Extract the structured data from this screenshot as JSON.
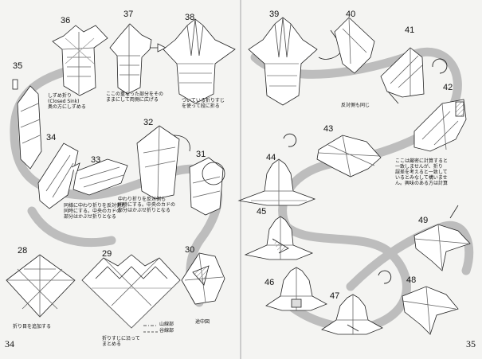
{
  "steps": {
    "s28": "28",
    "s29": "29",
    "s30": "30",
    "s31": "31",
    "s32": "32",
    "s33": "33",
    "s34": "34",
    "s35": "35",
    "s36": "36",
    "s37": "37",
    "s38": "38",
    "s39": "39",
    "s40": "40",
    "s41": "41",
    "s42": "42",
    "s43": "43",
    "s44": "44",
    "s45": "45",
    "s46": "46",
    "s47": "47",
    "s48": "48",
    "s49": "49"
  },
  "notes": {
    "n36": {
      "line1": "しずめ折り",
      "line2": "(Closed Sink)",
      "line3": "奥の方にしずめる"
    },
    "n37": {
      "line1": "ここの重なった部分をその",
      "line2": "ままにして両側に広げる"
    },
    "n38": {
      "line1": "ついている折りすじ",
      "line2": "を使って段に折る"
    },
    "n40": "反対側も同じ",
    "n42": {
      "line1": "ここは厳密に計算すると",
      "line2": "一致しませんが、折り",
      "line3": "誤差を考えると一致して",
      "line4": "いるとみなして構いませ",
      "line5": "ん。興味のある方は計算"
    },
    "n32": {
      "line1": "中わり折りを反対側も",
      "line2": "同時にする。中央のカドの",
      "line3": "部分はかぶせ折りとなる"
    },
    "n33": {
      "line1": "同様に中わり折りを反対側も",
      "line2": "同時にする。中央のカドの",
      "line3": "部分はかぶせ折りとなる"
    },
    "n30": "途中図",
    "n28": "折り目を追加する",
    "n29": {
      "line1": "折りすじに沿って",
      "line2": "まとめる"
    }
  },
  "legend": {
    "mountain": "山線部",
    "valley": "谷線部"
  },
  "pages": {
    "left": "34",
    "right": "35"
  }
}
